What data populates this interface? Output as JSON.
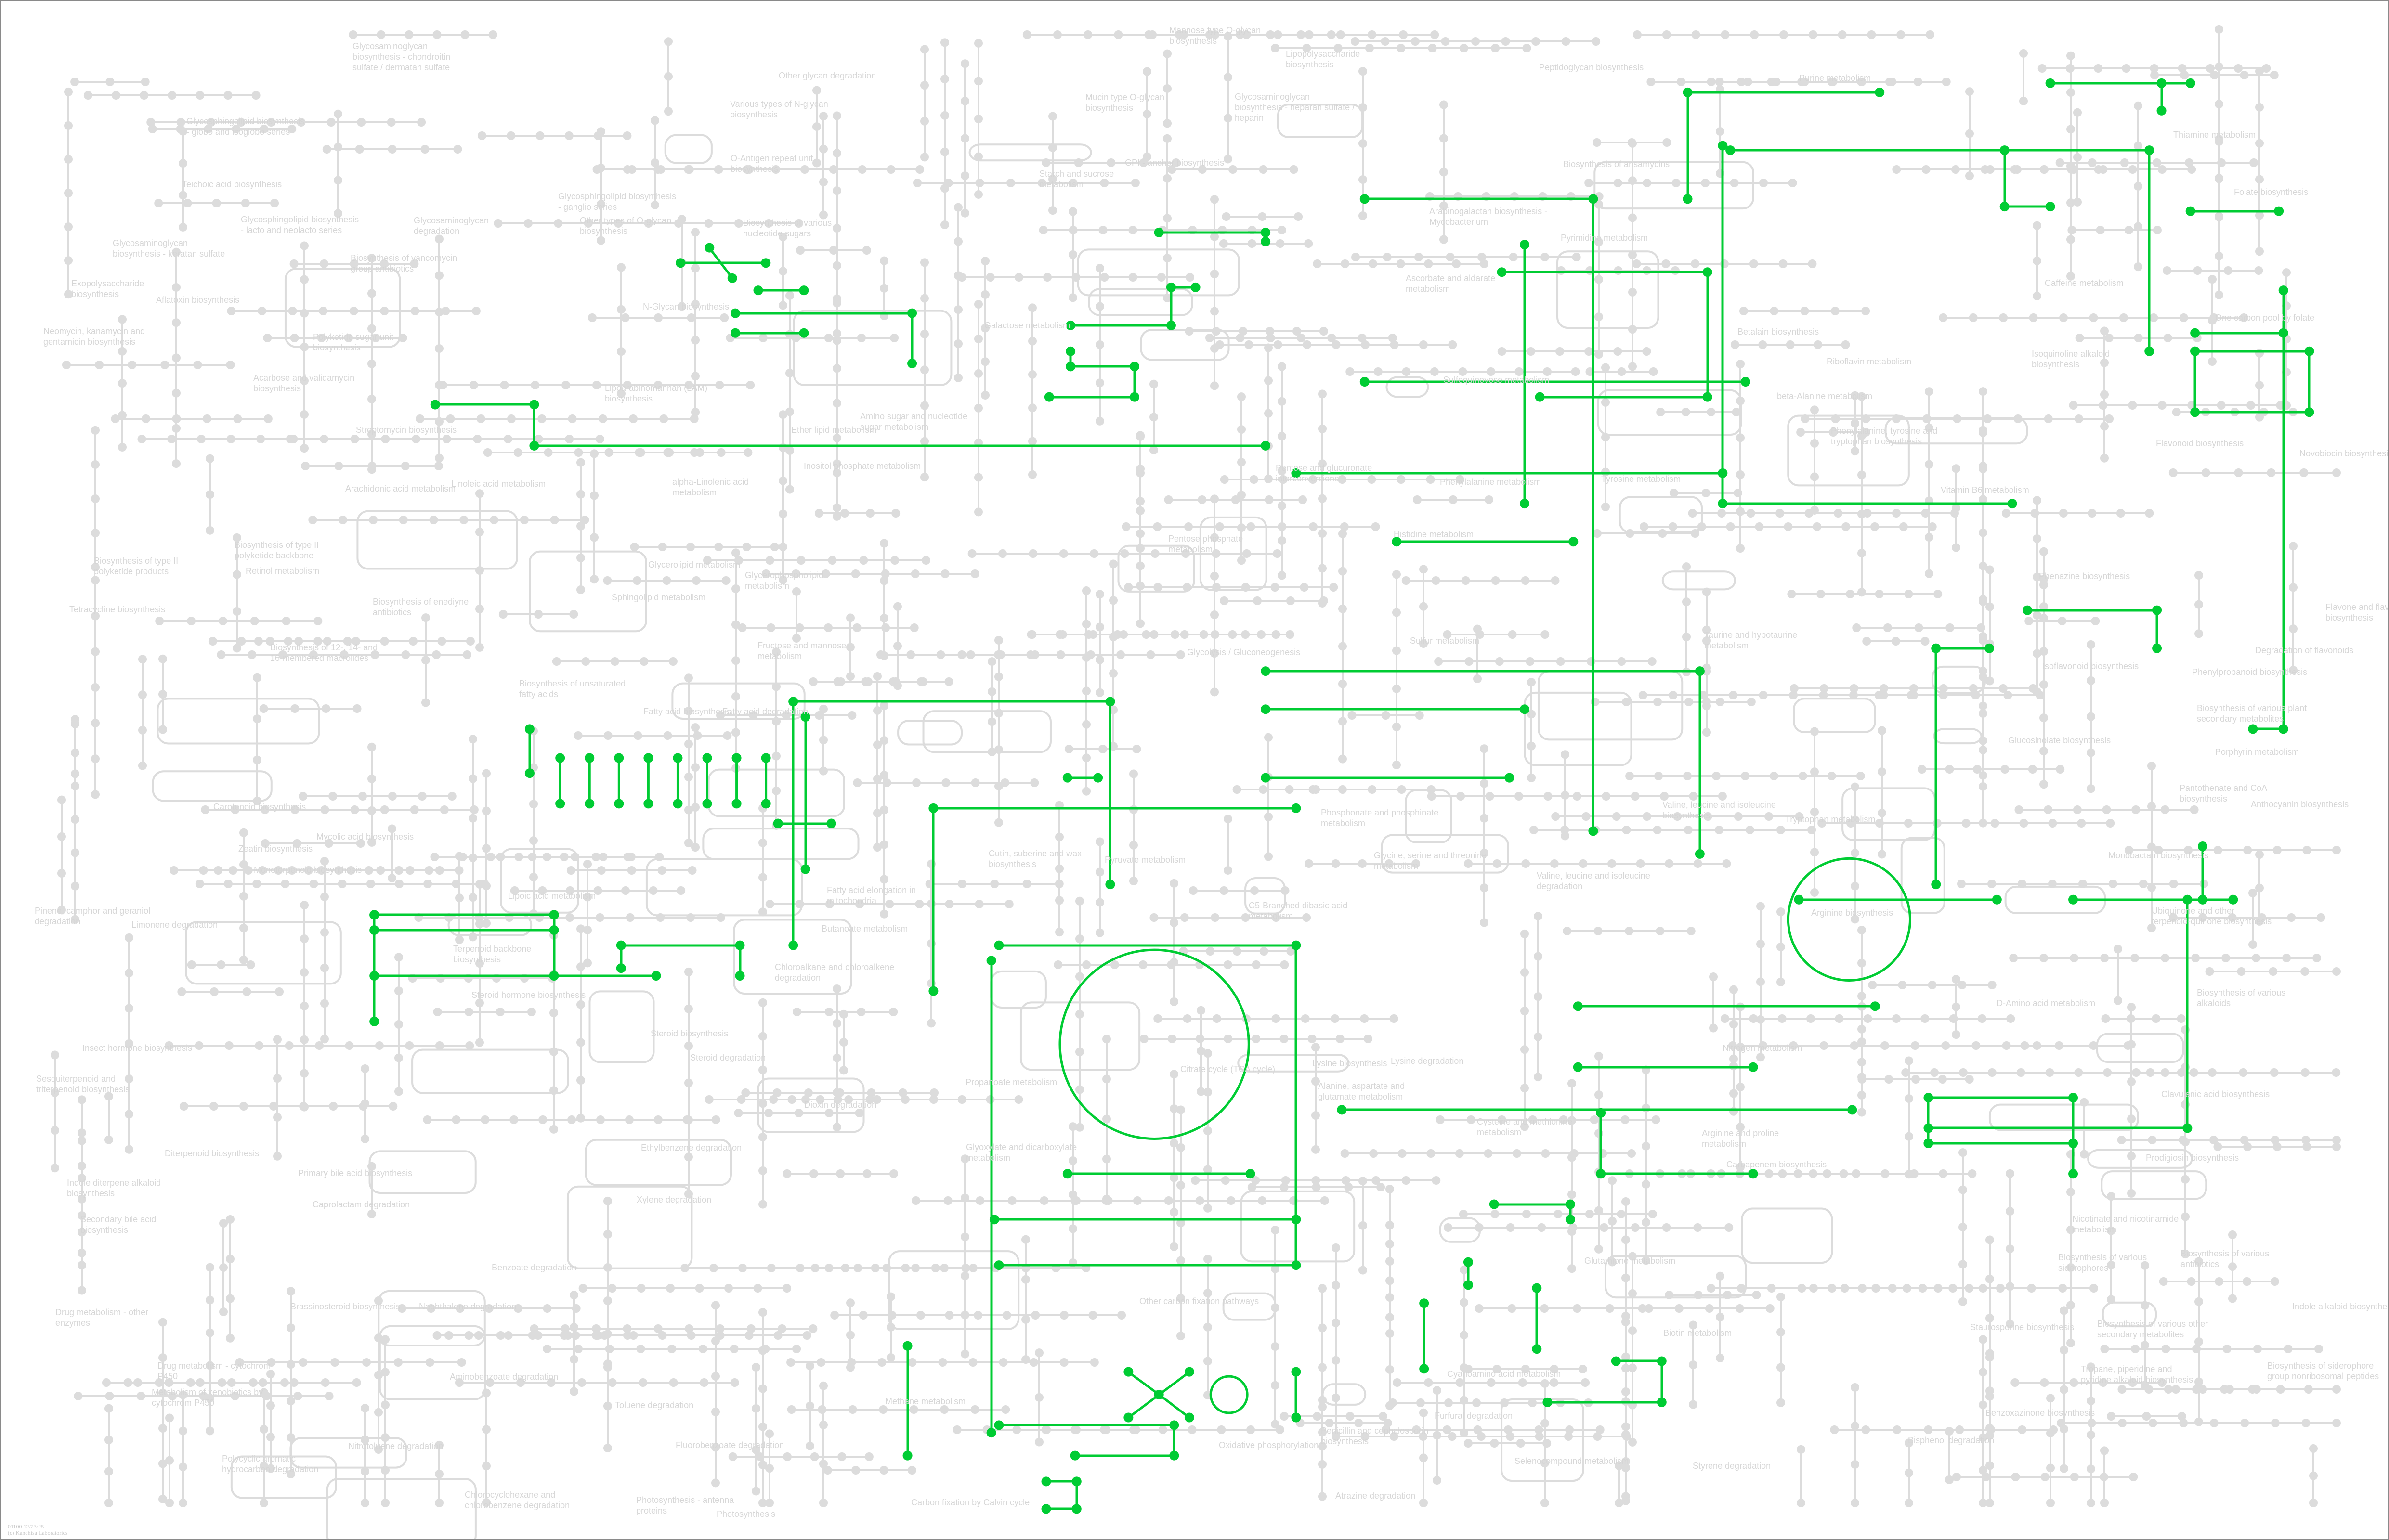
{
  "map": {
    "colors": {
      "background": "#ffffff",
      "inactive": "#dcdcdc",
      "highlight": "#00cc33",
      "label": "#d6d6d6"
    },
    "labels": [
      "Glycosaminoglycan biosynthesis - chondroitin sulfate / dermatan sulfate",
      "Glycosphingolipid biosynthesis - globo and isoglobo series",
      "Teichoic acid biosynthesis",
      "Glycosphingolipid biosynthesis - lacto and neolacto series",
      "Glycosaminoglycan degradation",
      "Glycosaminoglycan biosynthesis - keratan sulfate",
      "Biosynthesis of vancomycin group antibiotics",
      "Exopolysaccharide biosynthesis",
      "Aflatoxin biosynthesis",
      "Neomycin, kanamycin and gentamicin biosynthesis",
      "Polyketide sugar unit biosynthesis",
      "Acarbose and validamycin biosynthesis",
      "Streptomycin biosynthesis",
      "Arachidonic acid metabolism",
      "Linoleic acid metabolism",
      "alpha-Linolenic acid metabolism",
      "Glycosphingolipid biosynthesis - ganglio series",
      "Other types of O-glycan biosynthesis",
      "N-Glycan biosynthesis",
      "Lipoarabinomannan (LAM) biosynthesis",
      "Other glycan degradation",
      "Various types of N-glycan biosynthesis",
      "O-Antigen repeat unit biosynthesis",
      "Biosynthesis of various nucleotide sugars",
      "Ether lipid metabolism",
      "Inositol phosphate metabolism",
      "Mannose type O-glycan biosynthesis",
      "Lipopolysaccharide biosynthesis",
      "Peptidoglycan biosynthesis",
      "Mucin type O-glycan biosynthesis",
      "Glycosaminoglycan biosynthesis - heparan sulfate / heparin",
      "Starch and sucrose metabolism",
      "GPI - anchor biosynthesis",
      "Biosynthesis of ansamycins",
      "Arabinogalactan biosynthesis - Mycobacterium",
      "Pyrimidine metabolism",
      "Ascorbate and aldarate metabolism",
      "Galactose metabolism",
      "Sulfoquinovose metabolism",
      "Amino sugar and nucleotide sugar metabolism",
      "Pentose and glucuronate interconversions",
      "Phenylalanine metabolism",
      "Purine metabolism",
      "Thiamine metabolism",
      "Folate biosynthesis",
      "Caffeine metabolism",
      "One carbon pool by folate",
      "Betalain biosynthesis",
      "Isoquinoline alkaloid biosynthesis",
      "Riboflavin metabolism",
      "beta-Alanine metabolism",
      "Phenylalanine, tyrosine and tryptophan biosynthesis",
      "Flavonoid biosynthesis",
      "Novobiocin biosynthesis",
      "Tyrosine metabolism",
      "Vitamin B6 metabolism",
      "Biosynthesis of type II polyketide backbone",
      "Biosynthesis of type II polyketide products",
      "Retinol metabolism",
      "Tetracycline biosynthesis",
      "Biosynthesis of enediyne antibiotics",
      "Biosynthesis of 12-, 14- and 16-membered macrolides",
      "Glycerolipid metabolism",
      "Sphingolipid metabolism",
      "Glycerophospholipid metabolism",
      "Fructose and mannose metabolism",
      "Biosynthesis of unsaturated fatty acids",
      "Fatty acid biosynthesis",
      "Fatty acid degradation",
      "Carotenoid biosynthesis",
      "Mycolic acid biosynthesis",
      "Zeatin biosynthesis",
      "Monoterpenoid biosynthesis",
      "Lipoic acid metabolism",
      "Pinene, camphor and geraniol degradation",
      "Limonene degradation",
      "Terpenoid backbone biosynthesis",
      "Chloroalkane and chloroalkene degradation",
      "Steroid hormone biosynthesis",
      "Steroid biosynthesis",
      "Steroid degradation",
      "Insect hormone biosynthesis",
      "Sesquiterpenoid and triterpenoid biosynthesis",
      "Dioxin degradation",
      "Ethylbenzene degradation",
      "Diterpenoid biosynthesis",
      "Primary bile acid biosynthesis",
      "Indole diterpene alkaloid biosynthesis",
      "Xylene degradation",
      "Caprolactam degradation",
      "Secondary bile acid biosynthesis",
      "Benzoate degradation",
      "Brassinosteroid biosynthesis",
      "Naphthalene degradation",
      "Drug metabolism - other enzymes",
      "Drug metabolism - cytochrom P450",
      "Metabolism of xenobiotics by cytochrom P450",
      "Aminobenzoate degradation",
      "Toluene degradation",
      "Fluorobenzoate degradation",
      "Nitrotoluene degradation",
      "Polycyclic aromatic hydrocarbon degradation",
      "Chlorocyclohexane and chlorobenzene degradation",
      "Photosynthesis - antenna proteins",
      "Photosynthesis",
      "Pentose phosphate metabolism",
      "Histidine metabolism",
      "Glycolysis / Gluconeogenesis",
      "Sulfur metabolism",
      "Phosphonate and phosphinate metabolism",
      "Glycine, serine and threonine metabolism",
      "Cutin, suberine and wax biosynthesis",
      "Pyruvate metabolism",
      "Fatty acid elongation in mitochondria",
      "Valine, leucine and isoleucine degradation",
      "C5-Branched dibasic acid metabolism",
      "Butanoate metabolism",
      "Citrate cycle (TCA cycle)",
      "Lysine biosynthesis",
      "Lysine degradation",
      "Alanine, aspartate and glutamate metabolism",
      "Propanoate metabolism",
      "Glyoxylate and dicarboxylate metabolism",
      "Cysteine and methionine metabolism",
      "Other carbon fixation pathways",
      "Methane metabolism",
      "Cyanoamino acid metabolism",
      "Furfural degradation",
      "Penicillin and cephalosporin biosynthesis",
      "Oxidative phosphorylation",
      "Selenocompound metabolism",
      "Atrazine degradation",
      "Carbon fixation by Calvin cycle",
      "Glutathione metabolism",
      "Phenazine biosynthesis",
      "Flavone and flavonol biosynthesis",
      "Degradation of flavonoids",
      "Isoflavonoid biosynthesis",
      "Phenylpropanoid biosynthesis",
      "Biosynthesis of various plant secondary metabolites",
      "Glucosinolate biosynthesis",
      "Porphyrin metabolism",
      "Pantothenate and CoA biosynthesis",
      "Anthocyanin biosynthesis",
      "Taurine and hypotaurine metabolism",
      "Valine, leucine and isoleucine biosynthesis",
      "Tryptophan metabolism",
      "Monobactam biosynthesis",
      "Arginine biosynthesis",
      "Ubiquinone and other terpenoid-quinone biosynthesis",
      "Biosynthesis of various alkaloids",
      "D-Amino acid metabolism",
      "Nitrogen metabolism",
      "Clavulanic acid biosynthesis",
      "Arginine and proline metabolism",
      "Prodigiosin biosynthesis",
      "Carbapenem biosynthesis",
      "Nicotinate and nicotinamide metabolism",
      "Biosynthesis of various siderophores",
      "Biosynthesis of various antibiotics",
      "Indole alkaloid biosynthesis",
      "Biosynthesis of various other secondary metabolites",
      "Staurosporine biosynthesis",
      "Biotin metabolism",
      "Tropane, piperidine and pyridine alkaloid biosynthesis",
      "Biosynthesis of siderophore group nonribosomal peptides",
      "Benzoxazinone biosynthesis",
      "Bisphenol degradation",
      "Styrene degradation"
    ],
    "footer": {
      "map_id": "01100 12/23/25",
      "copyright": "(c) Kanehisa Laboratories"
    }
  }
}
